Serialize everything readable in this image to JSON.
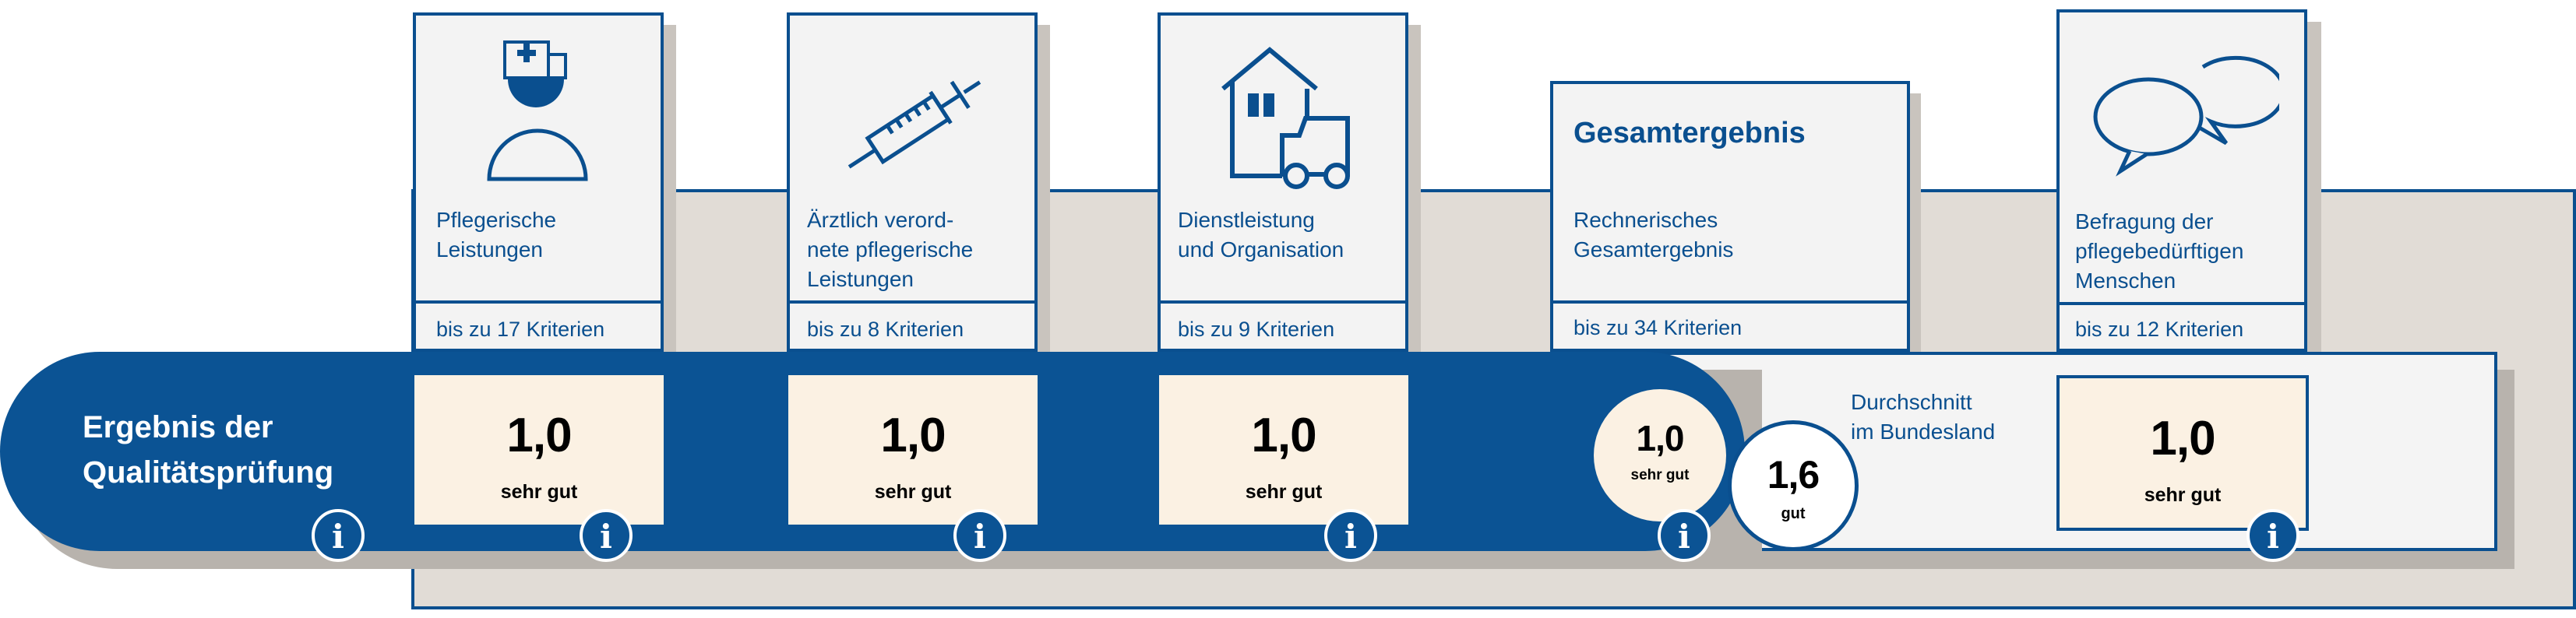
{
  "cards": [
    {
      "label_line1": "Pflegerische",
      "label_line2": "Leistungen",
      "label_line3": "",
      "criteria": "bis zu 17 Kriterien",
      "icon": "nurse-icon"
    },
    {
      "label_line1": "Ärztlich verord-",
      "label_line2": "nete pflegerische",
      "label_line3": "Leistungen",
      "criteria": "bis zu 8 Kriterien",
      "icon": "syringe-icon"
    },
    {
      "label_line1": "Dienstleistung",
      "label_line2": "und Organisation",
      "label_line3": "",
      "criteria": "bis zu 9 Kriterien",
      "icon": "house-car-icon"
    },
    {
      "heading": "Gesamtergebnis",
      "label_line1": "Rechnerisches",
      "label_line2": "Gesamtergebnis",
      "label_line3": "",
      "criteria": "bis zu 34 Kriterien"
    },
    {
      "label_line1": "Befragung der",
      "label_line2": "pflegebedürftigen",
      "label_line3": "Menschen",
      "criteria": "bis zu 12 Kriterien",
      "icon": "speech-bubbles-icon"
    }
  ],
  "main_label_line1": "Ergebnis der",
  "main_label_line2": "Qualitätsprüfung",
  "results": [
    {
      "grade": "1,0",
      "text": "sehr gut"
    },
    {
      "grade": "1,0",
      "text": "sehr gut"
    },
    {
      "grade": "1,0",
      "text": "sehr gut"
    }
  ],
  "overall": {
    "grade": "1,0",
    "text": "sehr gut"
  },
  "state_average": {
    "label_line1": "Durchschnitt",
    "label_line2": "im Bundesland",
    "grade": "1,6",
    "text": "gut"
  },
  "survey_result": {
    "grade": "1,0",
    "text": "sehr gut"
  },
  "info_symbol": "i",
  "colors": {
    "primary": "#0b5394",
    "result_bg": "#fbf1e3",
    "panel_bg": "#e1dcd6"
  }
}
